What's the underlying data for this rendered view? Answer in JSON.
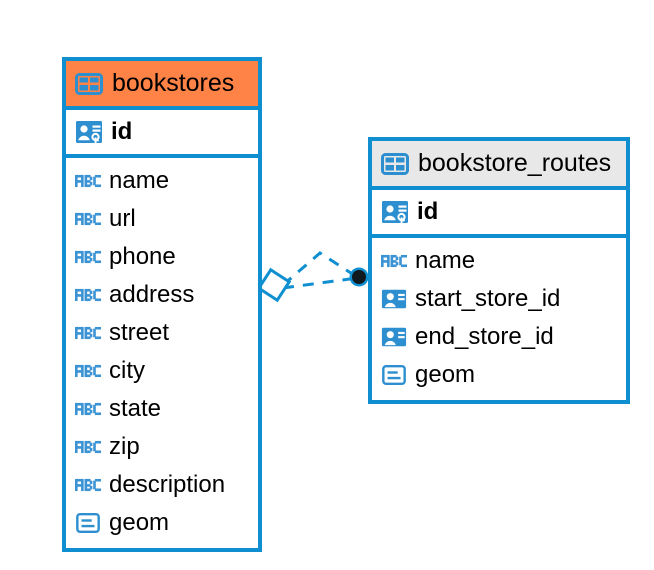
{
  "diagram": {
    "type": "entity-relationship-diagram",
    "background_color": "#ffffff",
    "accent_color": "#0f8fd0",
    "highlight_color": "#ff8246",
    "neutral_header_color": "#e8e8e8"
  },
  "tables": [
    {
      "name": "bookstores",
      "header_style": "accent",
      "header_icon": "table-icon",
      "primary_key": {
        "label": "id",
        "icon": "primary-key-icon"
      },
      "fields": [
        {
          "label": "name",
          "icon": "text-field-icon"
        },
        {
          "label": "url",
          "icon": "text-field-icon"
        },
        {
          "label": "phone",
          "icon": "text-field-icon"
        },
        {
          "label": "address",
          "icon": "text-field-icon"
        },
        {
          "label": "street",
          "icon": "text-field-icon"
        },
        {
          "label": "city",
          "icon": "text-field-icon"
        },
        {
          "label": "state",
          "icon": "text-field-icon"
        },
        {
          "label": "zip",
          "icon": "text-field-icon"
        },
        {
          "label": "description",
          "icon": "text-field-icon"
        },
        {
          "label": "geom",
          "icon": "geometry-field-icon"
        }
      ]
    },
    {
      "name": "bookstore_routes",
      "header_style": "neutral",
      "header_icon": "table-icon",
      "primary_key": {
        "label": "id",
        "icon": "primary-key-icon"
      },
      "fields": [
        {
          "label": "name",
          "icon": "text-field-icon"
        },
        {
          "label": "start_store_id",
          "icon": "foreign-key-icon"
        },
        {
          "label": "end_store_id",
          "icon": "foreign-key-icon"
        },
        {
          "label": "geom",
          "icon": "geometry-field-icon"
        }
      ]
    }
  ],
  "relationship": {
    "line_style": "dashed",
    "color": "#0f8fd0",
    "source_marker": "diamond-marker",
    "target_marker": "filled-circle-marker"
  }
}
